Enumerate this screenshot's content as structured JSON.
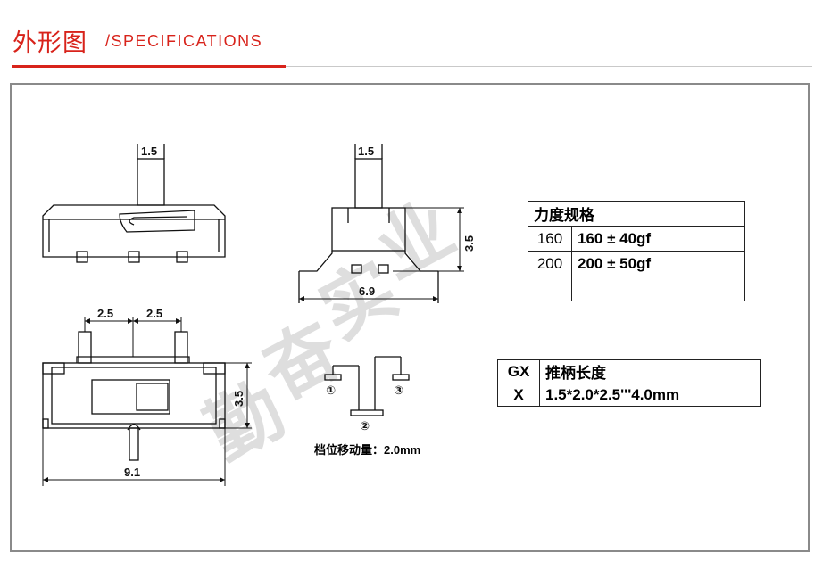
{
  "header": {
    "title_cn": "外形图",
    "title_en": "/SPECIFICATIONS"
  },
  "colors": {
    "accent": "#d8231b",
    "watermark": "#d4d4d4"
  },
  "watermark": [
    "勤",
    "奋",
    "实",
    "业"
  ],
  "dimensions": {
    "top_left_knob_width": "1.5",
    "top_mid_knob_width": "1.5",
    "side_height": "3.5",
    "side_width": "6.9",
    "pin_pitch_left": "2.5",
    "pin_pitch_right": "2.5",
    "bottom_height": "3.5",
    "bottom_width": "9.1"
  },
  "schematic": {
    "pin1": "①",
    "pin2": "②",
    "pin3": "③",
    "motion_label": "档位移动量：2.0mm"
  },
  "force_table": {
    "header": "力度规格",
    "rows": [
      {
        "code": "160",
        "value": "160 ± 40gf"
      },
      {
        "code": "200",
        "value": "200 ± 50gf"
      },
      {
        "code": "",
        "value": ""
      }
    ]
  },
  "gx_table": {
    "header_code": "GX",
    "header_label": "推柄长度",
    "row_code": "X",
    "row_value": "1.5*2.0*2.5'''4.0mm"
  }
}
